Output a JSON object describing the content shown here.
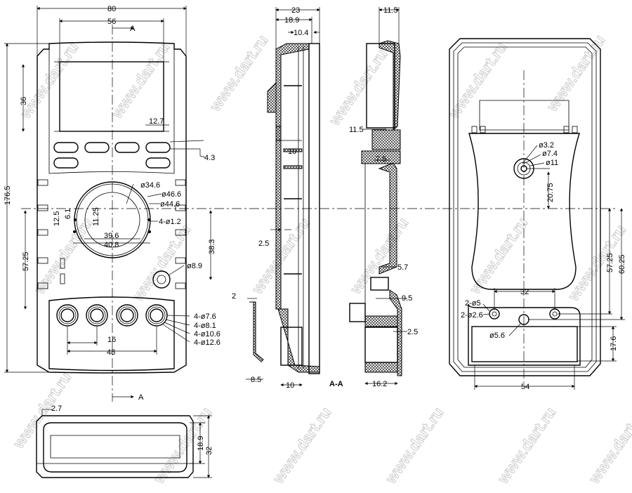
{
  "watermark": "www.dart.ru",
  "front_view": {
    "section_marker": "A",
    "dims": {
      "width_total": "80",
      "width_display": "56",
      "height_display": "36",
      "height_total": "176.5",
      "button_width": "12.7",
      "button_gap": "4.3",
      "dial_d1": "ø34.6",
      "dial_d2": "ø46.6",
      "dial_d3": "ø44.6",
      "dial_pins": "4-ø1.2",
      "dim_6_1": "6.1",
      "dim_12_5": "12.5",
      "dim_11_25": "11.25",
      "dim_39_6": "39.6",
      "dim_40_8": "40.8",
      "dim_38_3": "38.3",
      "dim_57_25": "57.25",
      "socket_d": "ø8.9",
      "jack_d1": "4-ø7.6",
      "jack_d2": "4-ø8.1",
      "jack_d3": "4-ø10.6",
      "jack_d4": "4-ø12.6",
      "jack_pitch": "16",
      "jack_span": "48"
    }
  },
  "side_view": {
    "dims": {
      "d23": "23",
      "d18_9": "18.9",
      "d10_4": "10.4",
      "d10_top": "10",
      "d2_5": "2.5",
      "d10_bottom": "10",
      "d2": "2",
      "d8_5": "8.5"
    }
  },
  "section_view": {
    "label": "A-A",
    "dims": {
      "d11_5_top": "11.5",
      "d11_5": "11.5",
      "d7_5": "7.5",
      "d5_7": "5.7",
      "d9_5": "9.5",
      "d2_5": "2.5",
      "d16_2": "16.2"
    }
  },
  "back_view": {
    "dims": {
      "d3_2": "ø3.2",
      "d7_4": "ø7.4",
      "d11": "ø11",
      "d20_75": "20.75",
      "d57_25": "57.25",
      "d60_25": "60.25",
      "d32": "32",
      "d5": "2-ø5",
      "d2_6": "2-ø2.6",
      "d5_6": "ø5.6",
      "d17_6": "17.6",
      "d54": "54"
    }
  },
  "bottom_view": {
    "dims": {
      "d2_7": "2.7",
      "d18_9": "18.9",
      "d32": "32"
    }
  }
}
